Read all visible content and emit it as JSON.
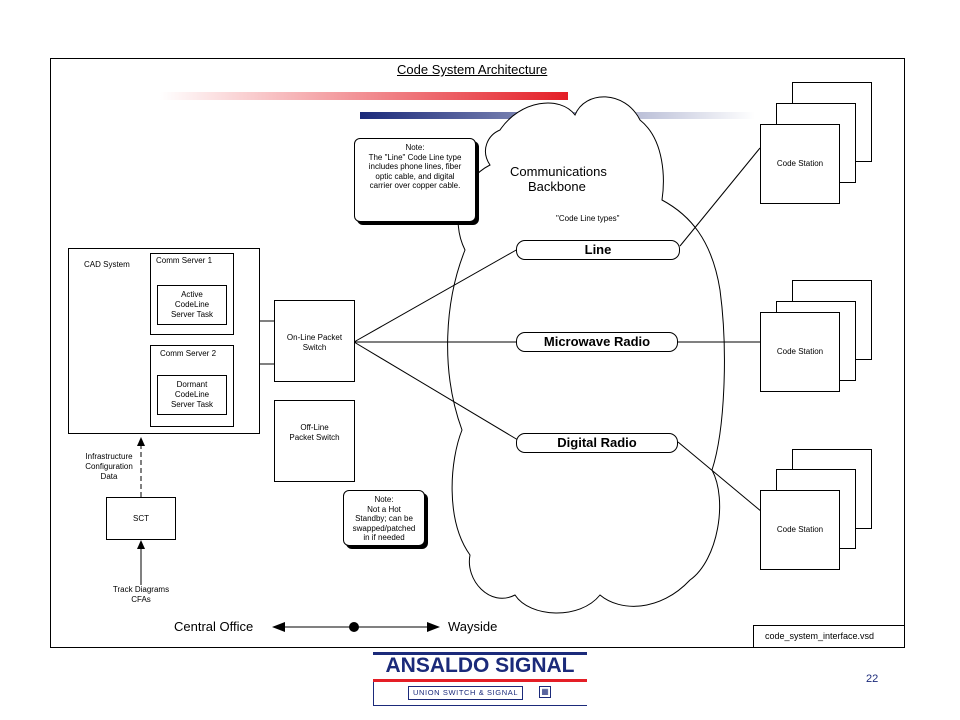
{
  "title": "Code System Architecture",
  "cloud": {
    "title_line1": "Communications",
    "title_line2": "Backbone",
    "subtitle": "\"Code Line types\""
  },
  "code_lines": {
    "line": "Line",
    "microwave": "Microwave Radio",
    "digital": "Digital Radio"
  },
  "note_top": {
    "lines": [
      "Note:",
      "The \"Line\" Code Line type",
      "includes phone lines, fiber",
      "optic cable, and digital",
      "carrier over copper cable."
    ]
  },
  "note_bottom": {
    "lines": [
      "Note:",
      "Not a Hot",
      "Standby; can be",
      "swapped/patched",
      "in if needed"
    ]
  },
  "cad": {
    "label": "CAD System",
    "server1": {
      "label": "Comm Server 1",
      "task": [
        "Active",
        "CodeLine",
        "Server Task"
      ]
    },
    "server2": {
      "label": "Comm Server 2",
      "task": [
        "Dormant",
        "CodeLine",
        "Server Task"
      ]
    }
  },
  "online_switch": [
    "On-Line Packet",
    "Switch"
  ],
  "offline_switch": [
    "Off-Line",
    "Packet Switch"
  ],
  "infra": [
    "Infrastructure",
    "Configuration",
    "Data"
  ],
  "sct": "SCT",
  "track": [
    "Track Diagrams",
    "CFAs"
  ],
  "code_station": "Code Station",
  "central_office": "Central Office",
  "wayside": "Wayside",
  "file_name": "code_system_interface.vsd",
  "logo": {
    "brand": "ANSALDO SIGNAL",
    "sub": "UNION SWITCH & SIGNAL"
  },
  "page_number": "22"
}
